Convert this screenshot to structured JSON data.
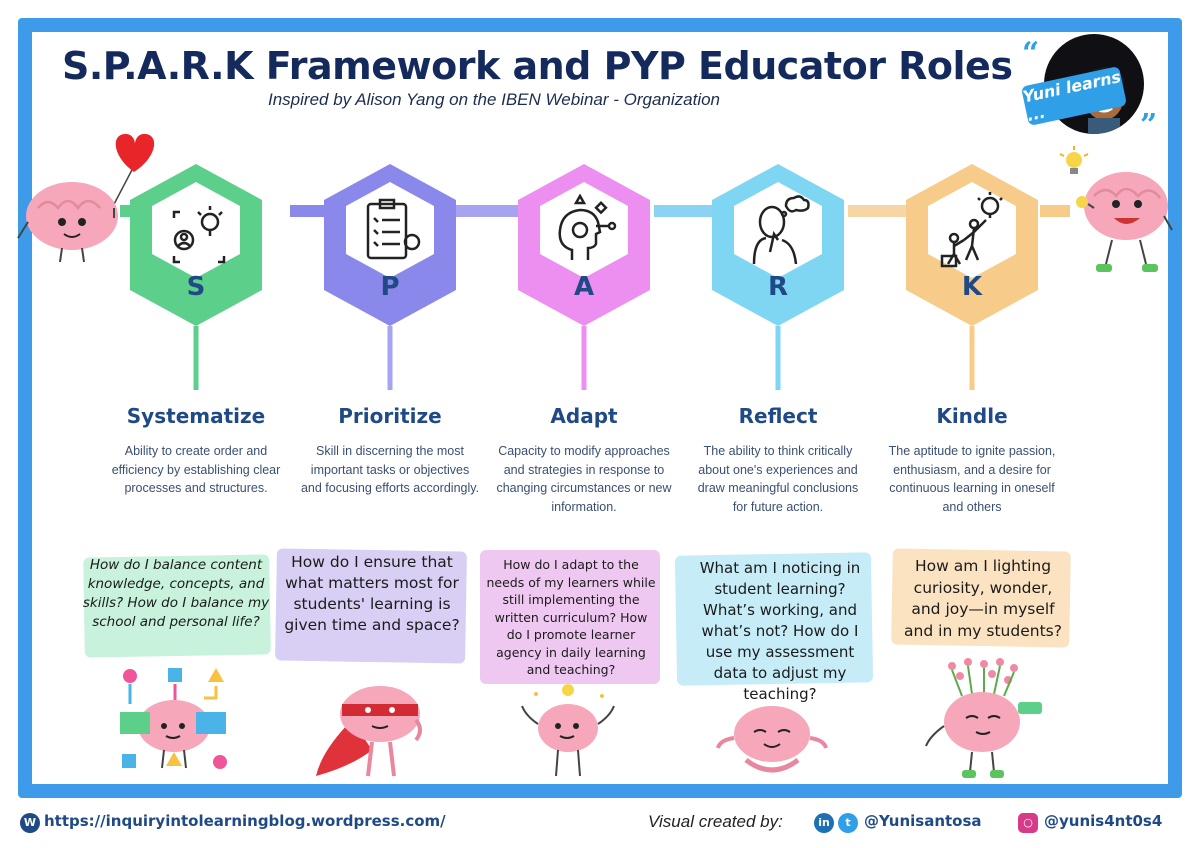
{
  "header": {
    "title": "S.P.A.R.K Framework and PYP Educator Roles",
    "subtitle": "Inspired by Alison Yang on the IBEN Webinar - Organization"
  },
  "badge": {
    "label": "Yuni learns ...",
    "open_quote": "“",
    "close_quote": "”"
  },
  "roles": [
    {
      "letter": "S",
      "title": "Systematize",
      "description": "Ability to create order and efficiency by establishing clear processes and structures.",
      "question": "How do I balance content knowledge, concepts, and skills? How do I balance my school and personal life?",
      "color": "#5ccf8a",
      "brush_color": "#c8f2dc",
      "icon": "person-idea-icon"
    },
    {
      "letter": "P",
      "title": "Prioritize",
      "description": "Skill in discerning the most important tasks or objectives and focusing efforts accordingly.",
      "question": "How do I ensure that what matters most for students' learning is given time and space?",
      "color": "#8a88ea",
      "brush_color": "#d9cff5",
      "icon": "clipboard-checklist-icon"
    },
    {
      "letter": "A",
      "title": "Adapt",
      "description": "Capacity to modify approaches and strategies in response to changing circumstances or new information.",
      "question": "How do I adapt to the needs of my learners while still implementing the written curriculum? How do I promote learner agency in daily learning and teaching?",
      "color": "#ec8ff0",
      "brush_color": "#efc8f2",
      "icon": "head-gear-icon"
    },
    {
      "letter": "R",
      "title": "Reflect",
      "description": "The ability to think critically about one's experiences and draw meaningful conclusions for future action.",
      "question": "What am I noticing in student learning? What’s working, and what’s not? How do I use my assessment data to adjust my teaching?",
      "color": "#7fd6f2",
      "brush_color": "#c6ecf8",
      "icon": "thinking-person-icon"
    },
    {
      "letter": "K",
      "title": "Kindle",
      "description": "The aptitude to ignite passion, enthusiasm, and a desire for continuous learning in oneself and others",
      "question": "How am I lighting curiosity, wonder, and joy—in myself and in my students?",
      "color": "#f7cb8a",
      "brush_color": "#fbe2c0",
      "icon": "lightbulb-climb-icon"
    }
  ],
  "footer": {
    "url": "https://inquiryintolearningblog.wordpress.com/",
    "credit_label": "Visual created by:",
    "handle_1": "@Yunisantosa",
    "handle_2": "@yunis4nt0s4"
  }
}
